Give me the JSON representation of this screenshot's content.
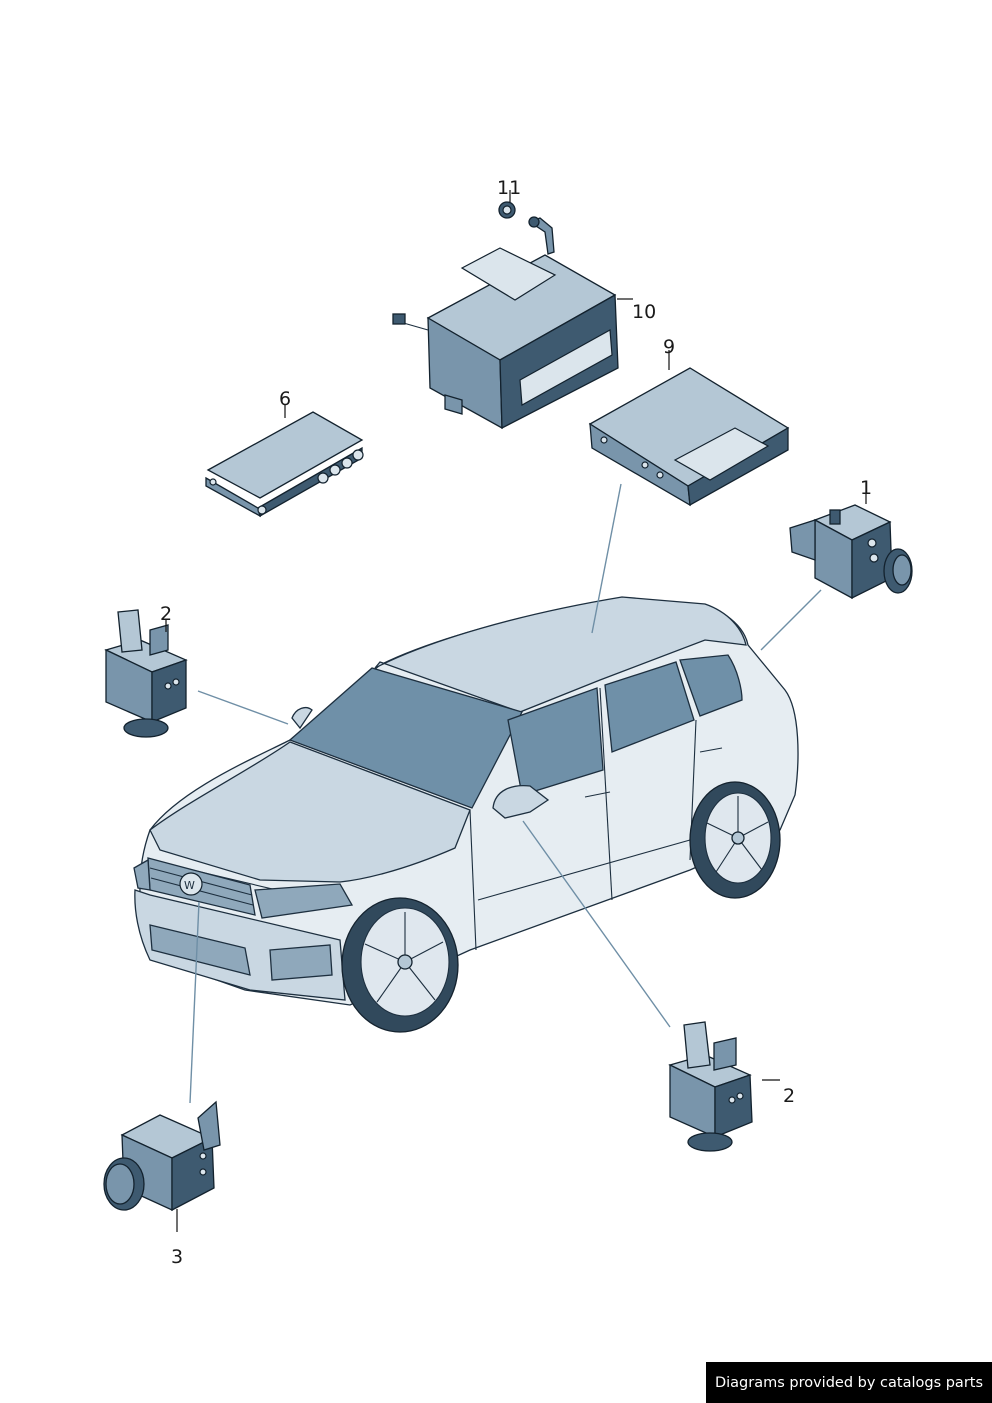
{
  "diagram": {
    "callouts": {
      "c1": "1",
      "c2a": "2",
      "c2b": "2",
      "c3": "3",
      "c6": "6",
      "c9": "9",
      "c10": "10",
      "c11": "11"
    },
    "parts": [
      {
        "id": "1",
        "name": "rear-camera"
      },
      {
        "id": "2",
        "name": "side-camera"
      },
      {
        "id": "3",
        "name": "front-camera"
      },
      {
        "id": "6",
        "name": "control-unit"
      },
      {
        "id": "9",
        "name": "control-unit"
      },
      {
        "id": "10",
        "name": "bracket"
      },
      {
        "id": "11",
        "name": "nut-and-screw"
      }
    ]
  },
  "credit": {
    "text": "Diagrams provided by catalogs parts"
  },
  "colors": {
    "vehicle_body": "#e6edf2",
    "glass": "#6f90a8",
    "part_shade": "#7995ab",
    "leader_line": "#6f8fa6",
    "credit_bg": "#000000",
    "credit_text": "#ffffff"
  }
}
